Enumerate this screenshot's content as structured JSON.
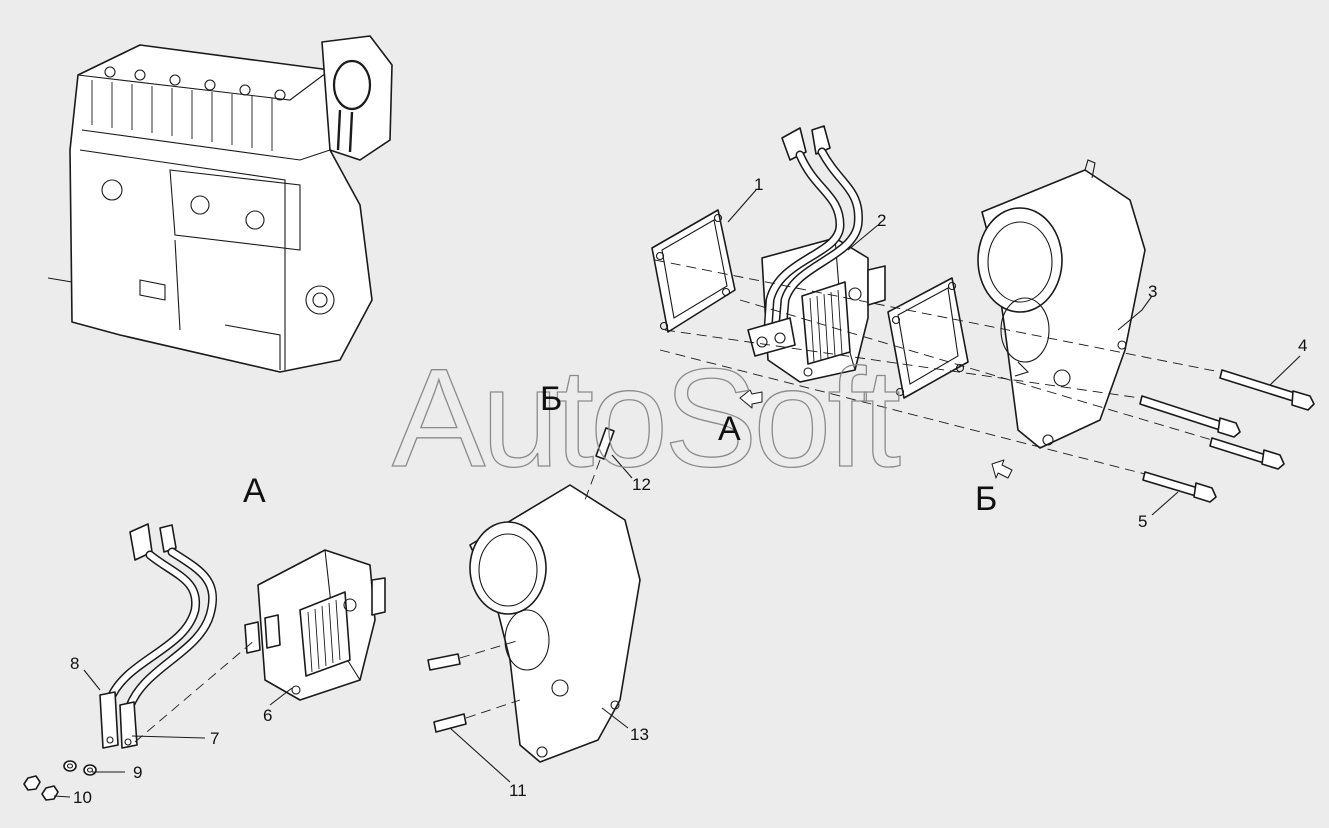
{
  "watermark": "AutoSoft",
  "view_labels": {
    "view_a_main": "А",
    "view_a_detail": "А",
    "view_b_main": "Б",
    "view_b_detail": "Б"
  },
  "callouts": [
    "1",
    "2",
    "3",
    "4",
    "5",
    "6",
    "7",
    "8",
    "9",
    "10",
    "11",
    "12",
    "13"
  ]
}
